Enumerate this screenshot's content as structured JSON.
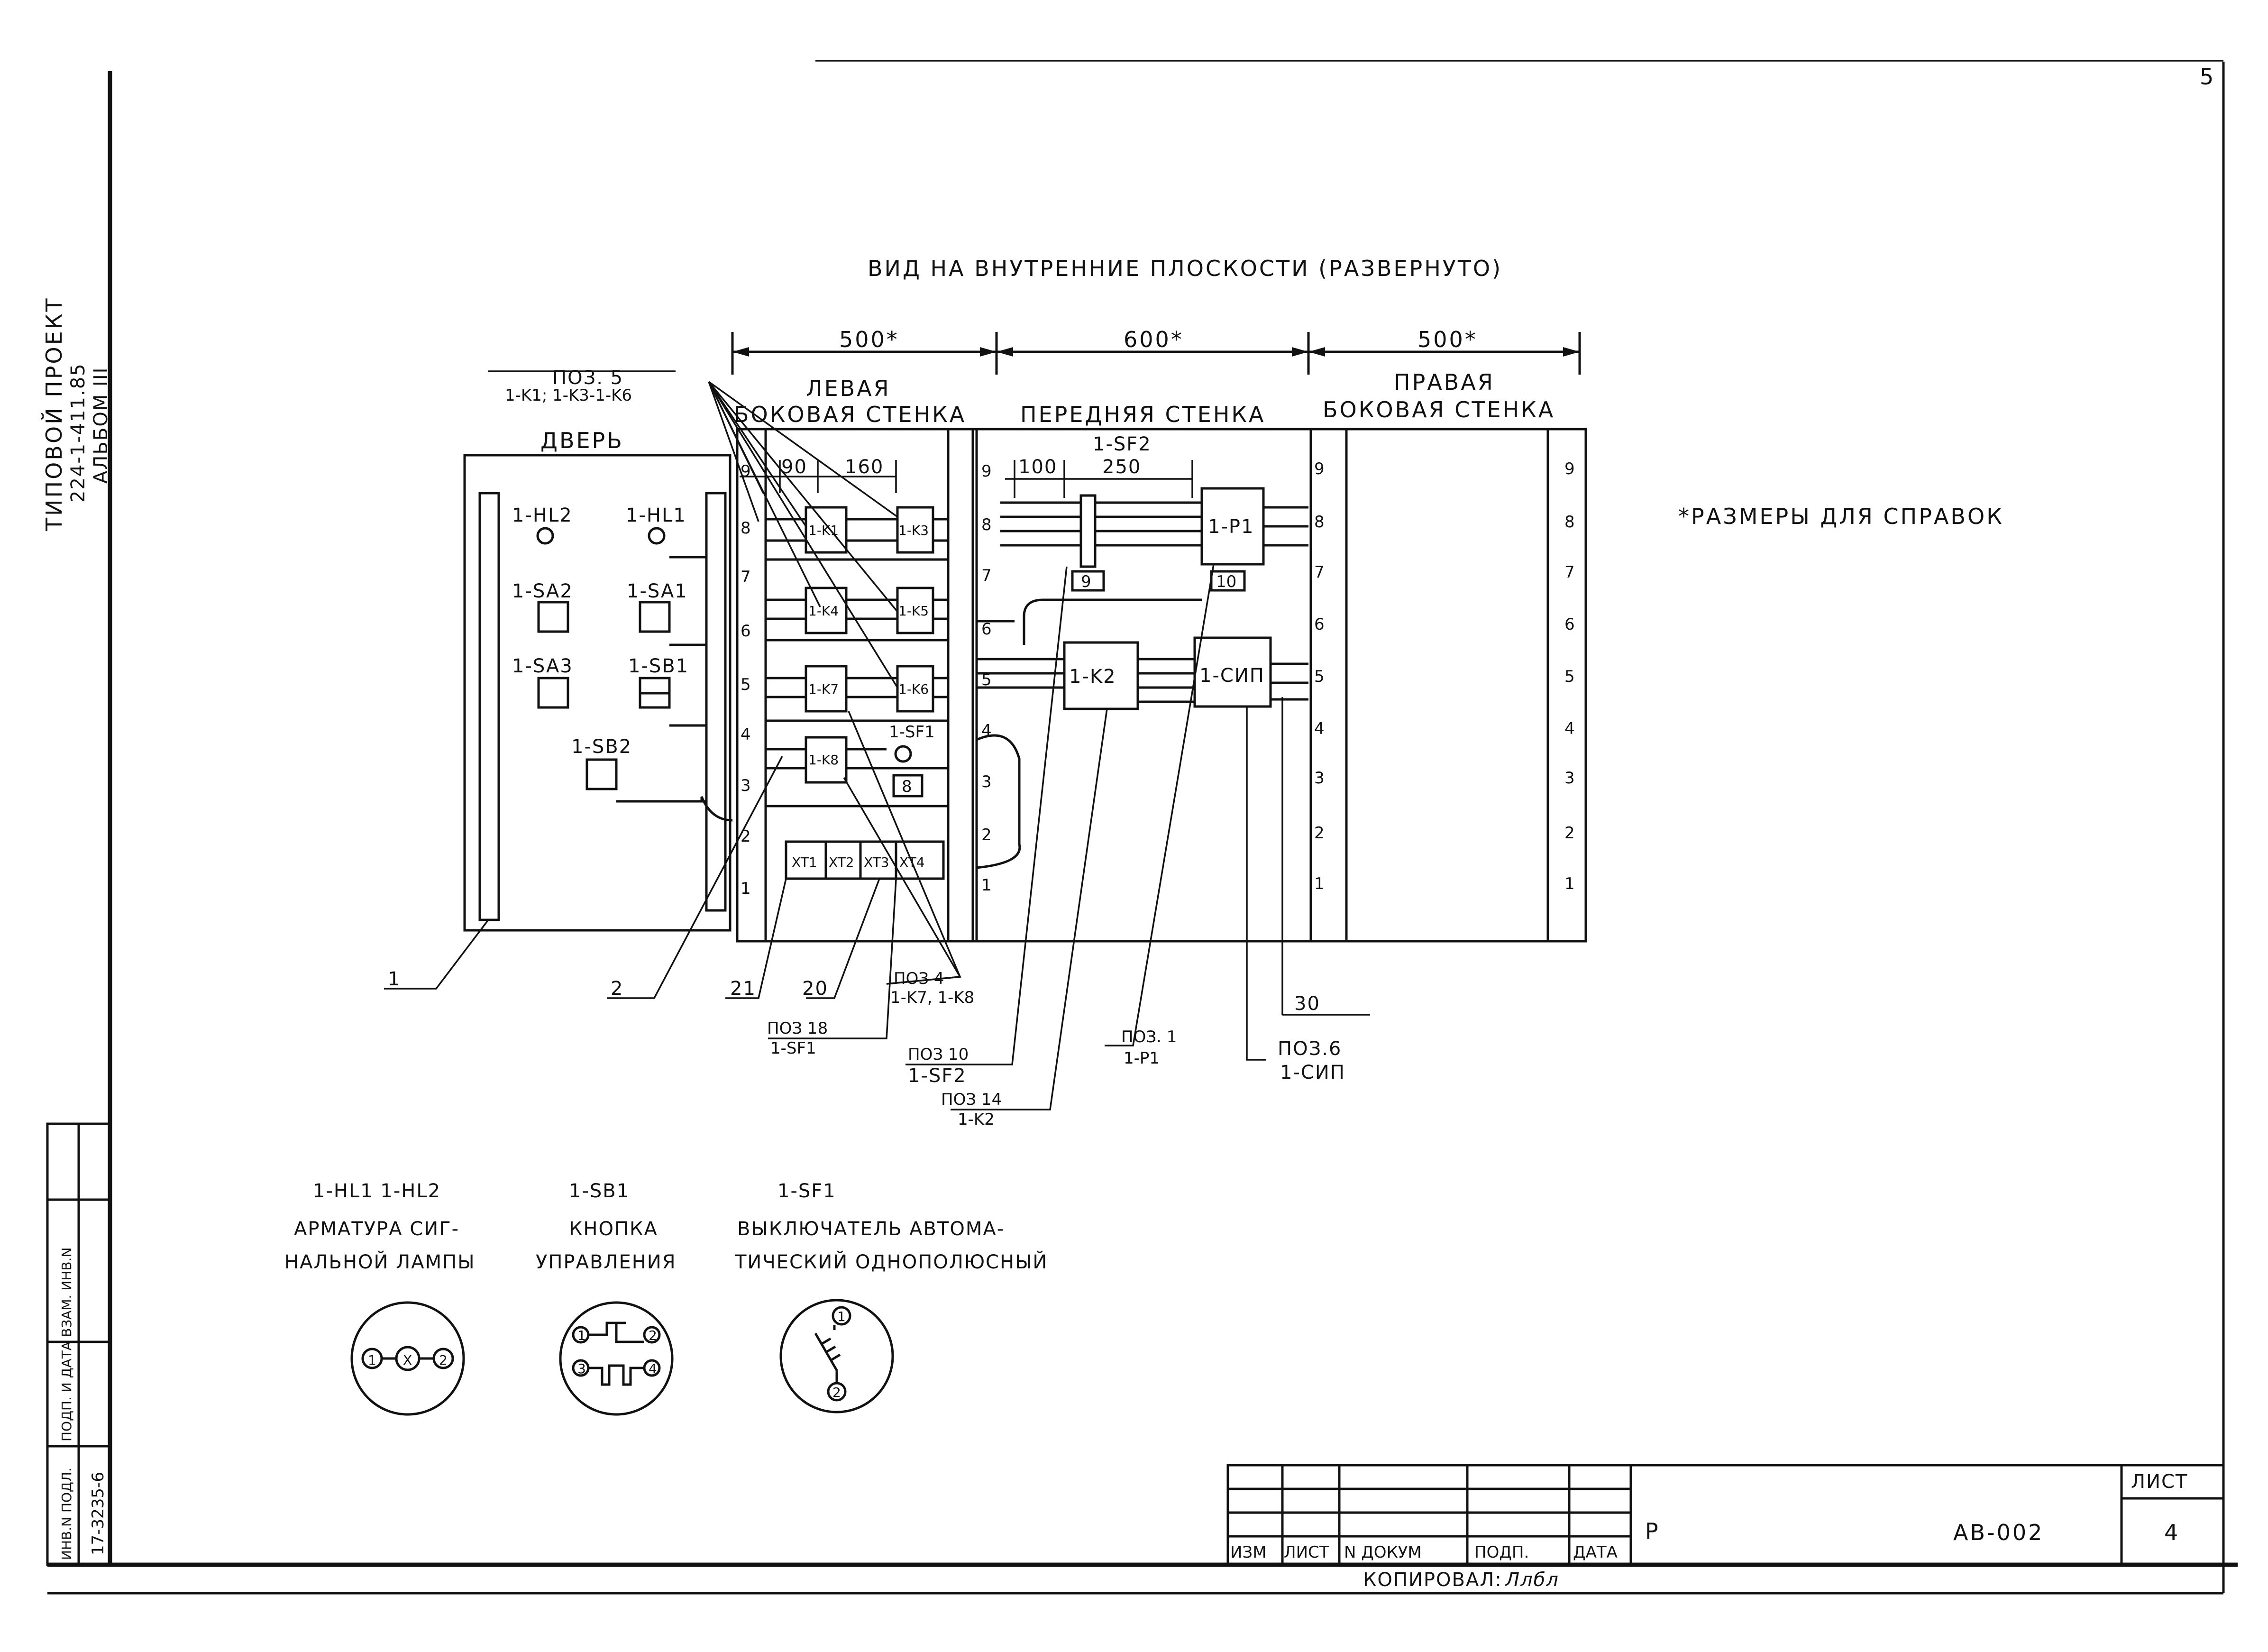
{
  "sheet": {
    "title": "ВИД НА ВНУТРЕННИЕ ПЛОСКОСТИ (РАЗВЕРНУТО)",
    "note": "*РАЗМЕРЫ ДЛЯ СПРАВОК",
    "corner_mark": "5",
    "side_stamp": {
      "line1": "ТИПОВОЙ ПРОЕКТ",
      "line2": "224-1-411.85",
      "line3": "АЛЬБОМ III"
    },
    "inventory": {
      "inv_label": "ИНВ.N ПОДЛ.",
      "inv_value": "17-3235-6",
      "sign_label": "ПОДП. И ДАТА",
      "replace_label": "ВЗАМ. ИНВ.N"
    }
  },
  "dimensions": {
    "left": "500*",
    "front": "600*",
    "right": "500*",
    "d90": "90",
    "d160": "160",
    "d100": "100",
    "d250": "250",
    "sf2_top": "1-SF2"
  },
  "walls": {
    "door": "ДВЕРЬ",
    "left_line1": "ЛЕВАЯ",
    "left_line2": "БОКОВАЯ СТЕНКА",
    "front": "ПЕРЕДНЯЯ СТЕНКА",
    "right_line1": "ПРАВАЯ",
    "right_line2": "БОКОВАЯ СТЕНКА"
  },
  "scale_ticks": [
    "9",
    "8",
    "7",
    "6",
    "5",
    "4",
    "3",
    "2",
    "1"
  ],
  "door_devices": {
    "hl2": "1-HL2",
    "hl1": "1-HL1",
    "sa2": "1-SA2",
    "sa1": "1-SA1",
    "sa3": "1-SA3",
    "sb1": "1-SB1",
    "sb2": "1-SB2"
  },
  "left_wall_devices": {
    "k1": "1-K1",
    "k3": "1-K3",
    "k4": "1-K4",
    "k5": "1-K5",
    "k7": "1-K7",
    "k6": "1-K6",
    "k8": "1-K8",
    "sf1": "1-SF1",
    "box8": "8",
    "xt1": "XT1",
    "xt2": "XT2",
    "xt3": "XT3",
    "xt4": "XT4"
  },
  "front_wall_devices": {
    "p1": "1-P1",
    "k2": "1-K2",
    "sip": "1-СИП",
    "box9": "9",
    "box10": "10"
  },
  "callouts": {
    "poz5_top": "ПОЗ. 5",
    "poz5_bottom": "1-K1; 1-K3-1-K6",
    "c1": "1",
    "c2": "2",
    "c21": "21",
    "c20": "20",
    "c30": "30",
    "poz4_top": "ПОЗ 4",
    "poz4_bottom": "1-K7, 1-K8",
    "poz18_top": "ПОЗ 18",
    "poz18_bottom": "1-SF1",
    "poz10_top": "ПОЗ 10",
    "poz10_bottom": "1-SF2",
    "poz14_top": "ПОЗ 14",
    "poz14_bottom": "1-K2",
    "poz1_top": "ПОЗ. 1",
    "poz1_bottom": "1-P1",
    "poz6_top": "ПОЗ.6",
    "poz6_bottom": "1-СИП"
  },
  "legend": {
    "lamp_codes": "1-HL1  1-HL2",
    "lamp_line1": "АРМАТУРА СИГ-",
    "lamp_line2": "НАЛЬНОЙ ЛАМПЫ",
    "button_code": "1-SB1",
    "button_line1": "КНОПКА",
    "button_line2": "УПРАВЛЕНИЯ",
    "breaker_code": "1-SF1",
    "breaker_line1": "ВЫКЛЮЧАТЕЛЬ АВТОМА-",
    "breaker_line2": "ТИЧЕСКИЙ ОДНОПОЛЮСНЫЙ",
    "pin1": "1",
    "pin2": "2",
    "pin3": "3",
    "pin4": "4",
    "lamp_x": "X"
  },
  "title_block": {
    "col_izm": "ИЗМ",
    "col_list": "ЛИСТ",
    "col_doc": "N ДОКУМ",
    "col_sign": "ПОДП.",
    "col_date": "ДАТА",
    "stage": "Р",
    "code": "АВ-002",
    "sheet_label": "ЛИСТ",
    "sheet_no": "4",
    "copied": "КОПИРОВАЛ:",
    "copied_sign": "Ллбл"
  }
}
